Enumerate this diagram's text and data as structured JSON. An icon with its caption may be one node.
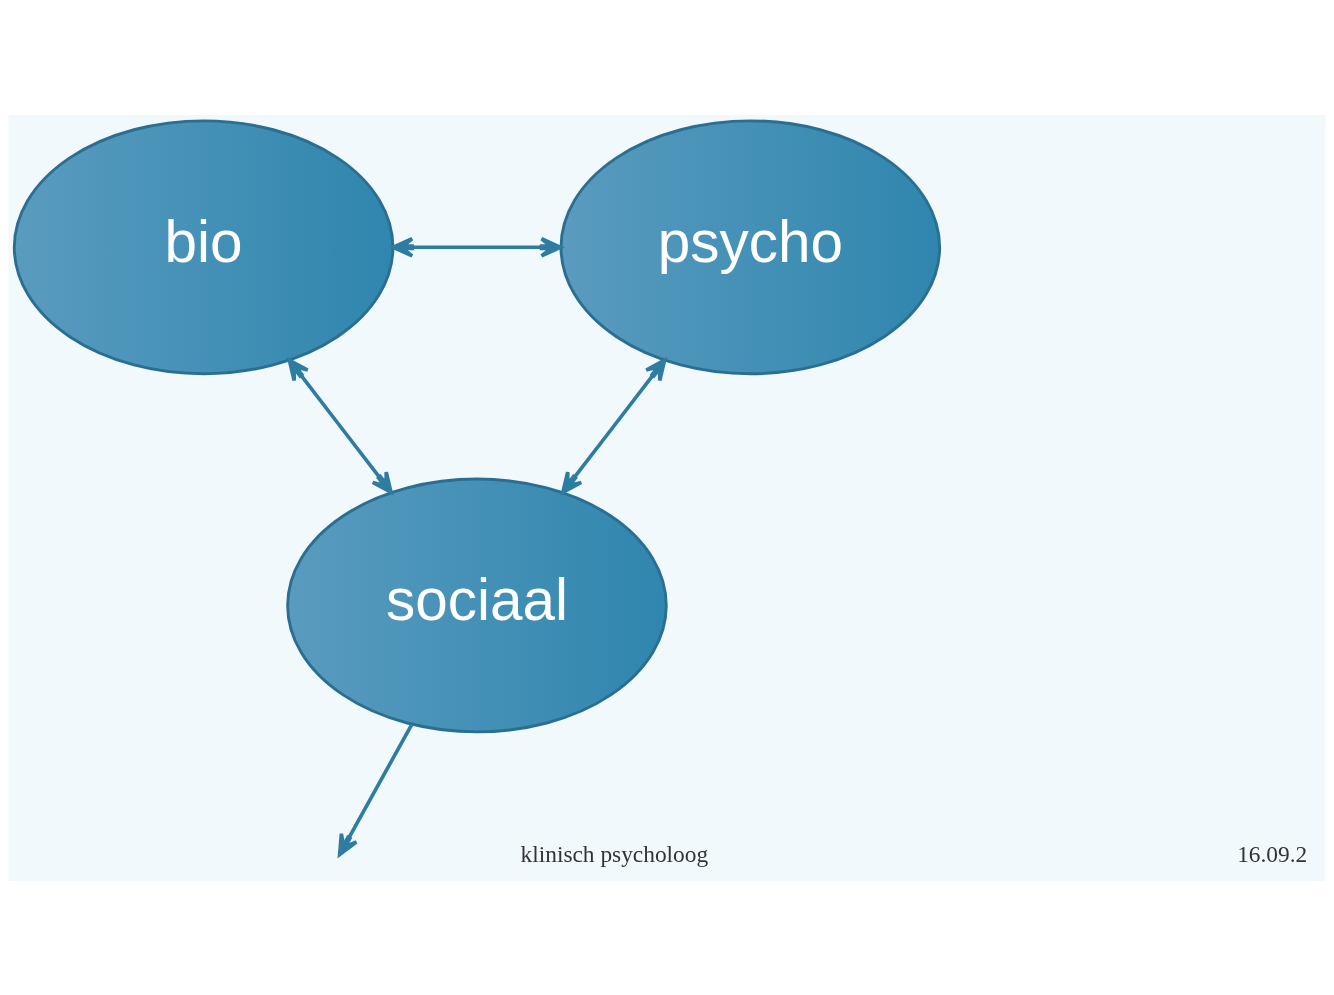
{
  "diagram": {
    "nodes": [
      {
        "text": [
          "bio"
        ]
      },
      {
        "text": [
          "psycho"
        ]
      },
      {
        "text": [
          "sociaal"
        ]
      }
    ],
    "edges": [
      {
        "from": 0,
        "to": 1,
        "arrow": "both"
      },
      {
        "from": 0,
        "to": 2,
        "arrow": "both"
      },
      {
        "from": 1,
        "to": 2,
        "arrow": "both"
      },
      {
        "from": 2,
        "to": null,
        "arrow": "to"
      }
    ],
    "labels": [
      "klinisch psycholoog",
      "16.09.2"
    ]
  }
}
